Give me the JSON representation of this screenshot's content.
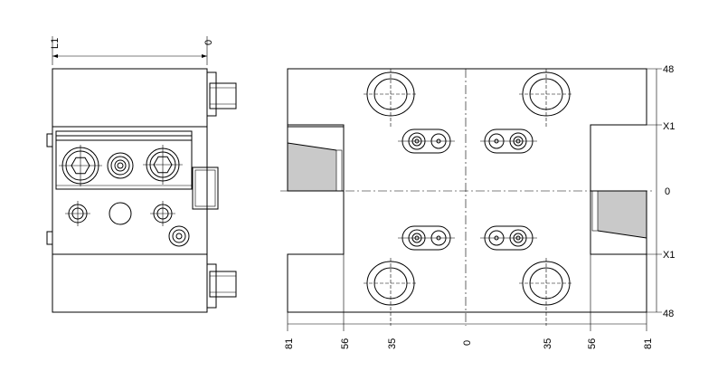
{
  "side_view": {
    "dim_labels": {
      "left": "L1",
      "right": "0"
    }
  },
  "front_view": {
    "right_dims": [
      "48",
      "X1",
      "0",
      "X1",
      "48"
    ],
    "bottom_dims": [
      "81",
      "56",
      "35",
      "0",
      "35",
      "56",
      "81"
    ]
  }
}
